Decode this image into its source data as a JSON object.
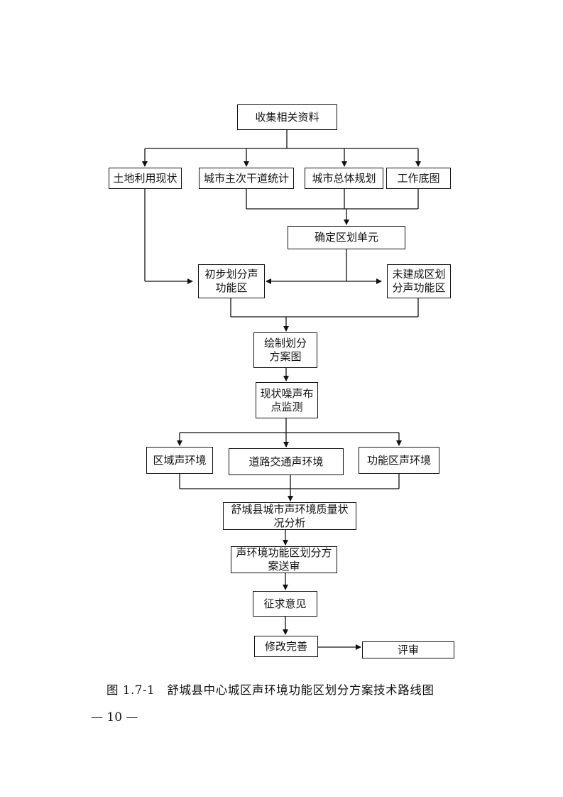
{
  "nodes": {
    "collect": "收集相关资料",
    "land_use": "土地利用现状",
    "roads": "城市主次干道统计",
    "master_plan": "城市总体规划",
    "base_map": "工作底图",
    "unit": "确定区划单元",
    "prelim": "初步划分声\n功能区",
    "unbuilt": "未建成区划\n分声功能区",
    "draw": "绘制划分\n方案图",
    "monitor": "现状噪声布\n点监测",
    "regional": "区域声环境",
    "traffic": "道路交通声环境",
    "functional": "功能区声环境",
    "analysis": "舒城县城市声环境质量状\n况分析",
    "submit": "声环境功能区划分方\n案送审",
    "opinion": "征求意见",
    "improve": "修改完善",
    "review": "评审"
  },
  "caption": "图 1.7-1　舒城县中心城区声环境功能区划分方案技术路线图",
  "page_number": "— 10 —"
}
